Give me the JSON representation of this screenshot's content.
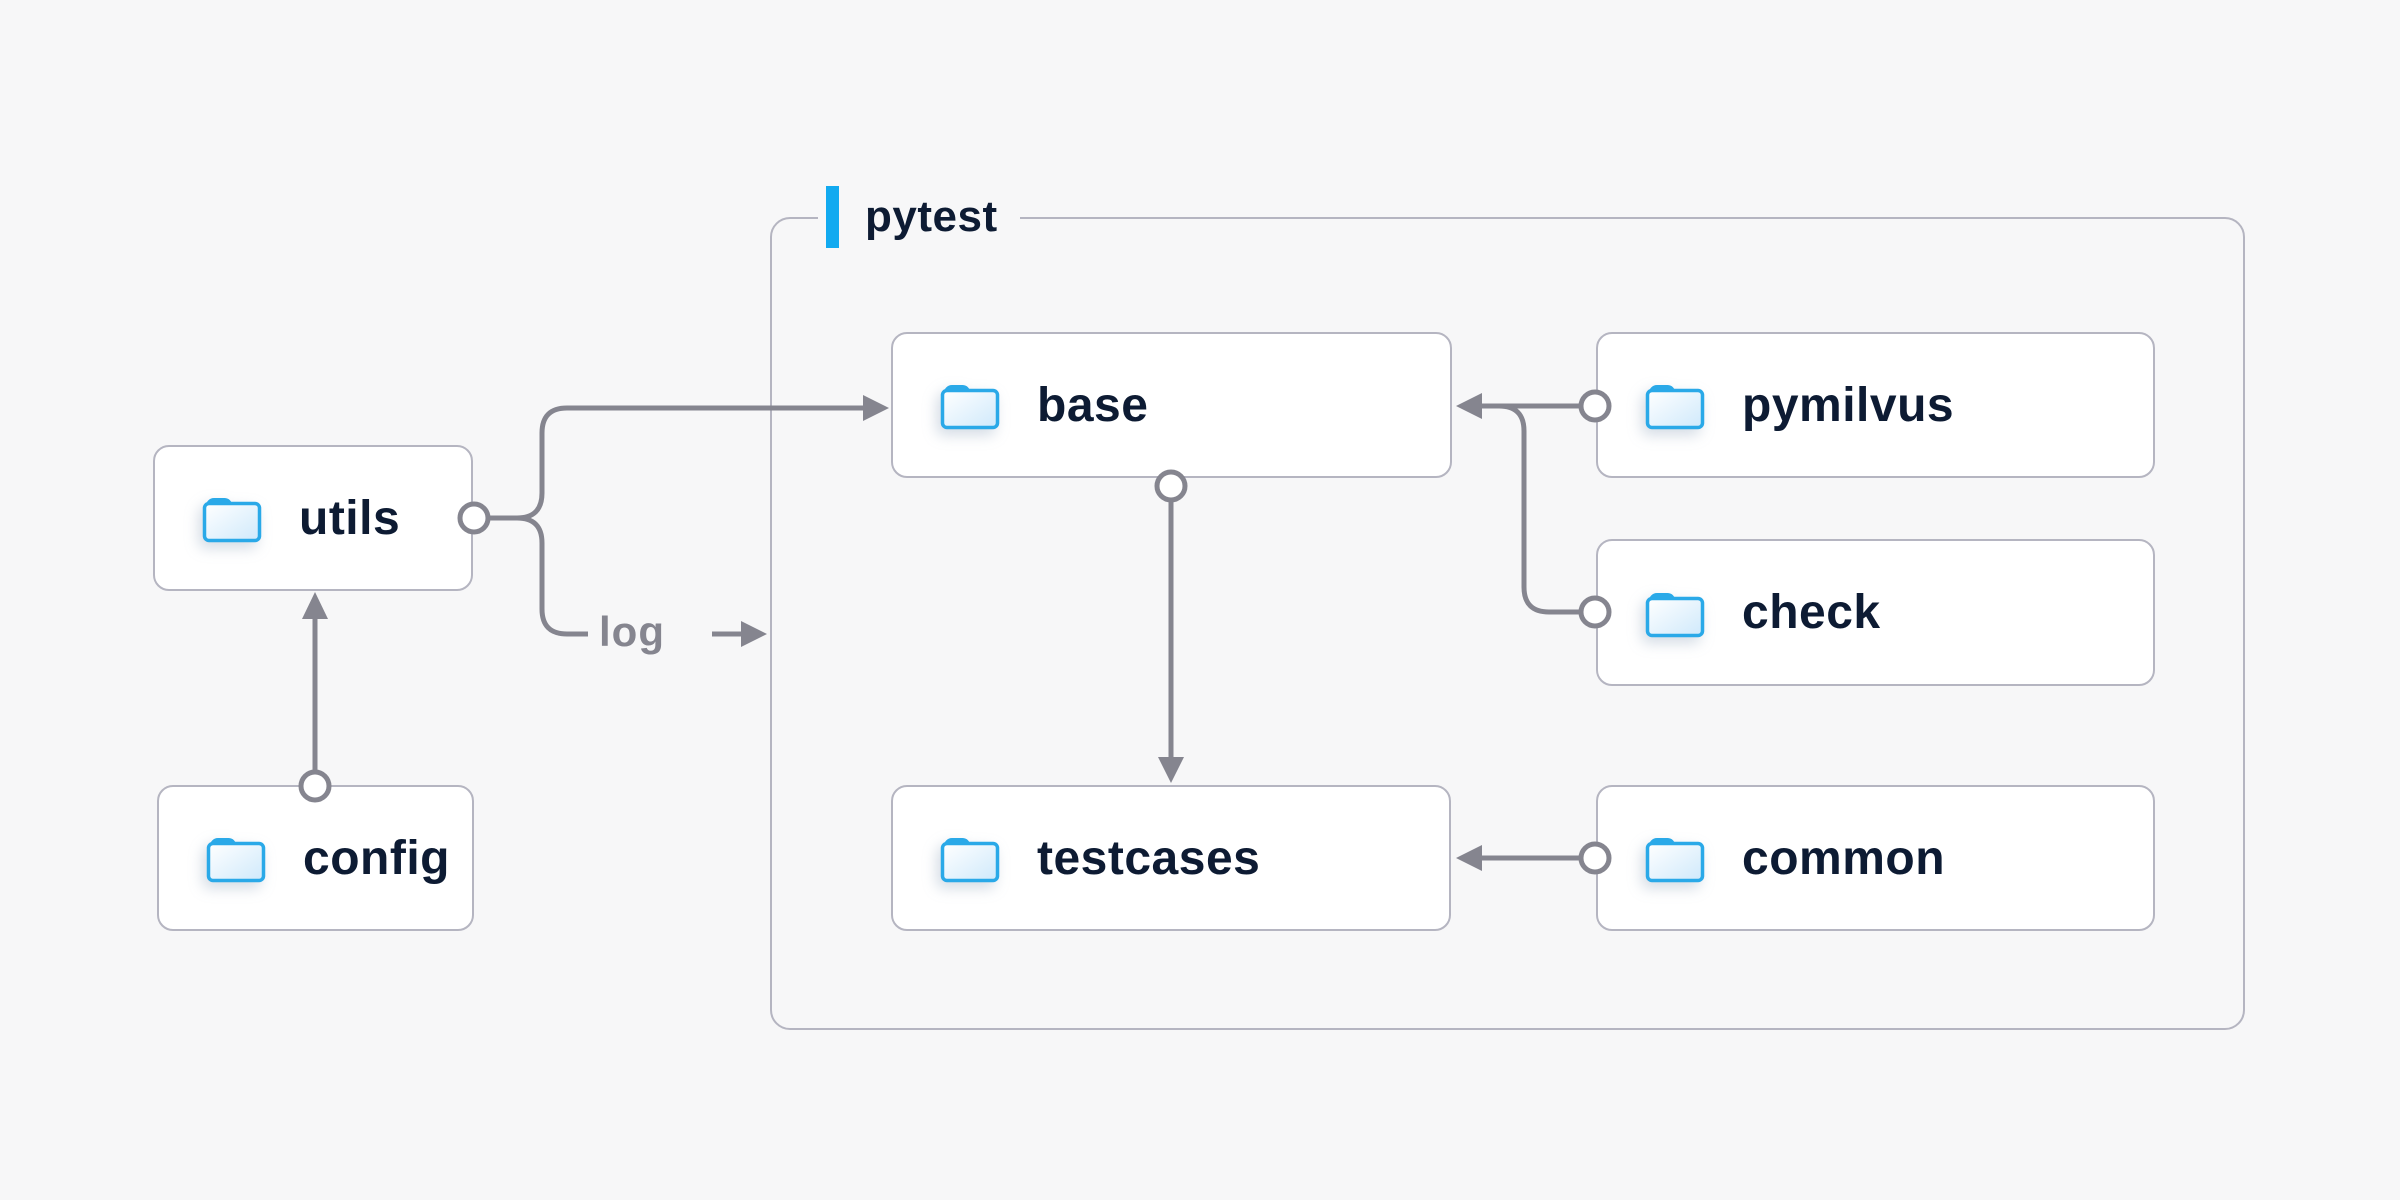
{
  "diagram": {
    "container": {
      "label": "pytest"
    },
    "nodes": [
      {
        "id": "utils",
        "label": "utils",
        "icon": "folder-icon"
      },
      {
        "id": "config",
        "label": "config",
        "icon": "folder-icon"
      },
      {
        "id": "base",
        "label": "base",
        "icon": "folder-icon"
      },
      {
        "id": "pymilvus",
        "label": "pymilvus",
        "icon": "folder-icon"
      },
      {
        "id": "check",
        "label": "check",
        "icon": "folder-icon"
      },
      {
        "id": "testcases",
        "label": "testcases",
        "icon": "folder-icon"
      },
      {
        "id": "common",
        "label": "common",
        "icon": "folder-icon"
      }
    ],
    "edges": [
      {
        "from": "config",
        "to": "utils",
        "label": ""
      },
      {
        "from": "utils",
        "to": "base",
        "label": ""
      },
      {
        "from": "utils",
        "to": "pytest",
        "label": "log"
      },
      {
        "from": "pymilvus",
        "to": "base",
        "label": ""
      },
      {
        "from": "check",
        "to": "base",
        "label": ""
      },
      {
        "from": "base",
        "to": "testcases",
        "label": ""
      },
      {
        "from": "common",
        "to": "testcases",
        "label": ""
      }
    ],
    "edge_label": "log",
    "colors": {
      "background": "#f7f7f8",
      "node_fill": "#ffffff",
      "node_border": "#b5b5c1",
      "node_text": "#0d1b33",
      "line": "#85858f",
      "accent_bar": "#12aaf0",
      "folder_blue": "#2aa9e8",
      "folder_fill_light": "#cfe9fb"
    }
  }
}
